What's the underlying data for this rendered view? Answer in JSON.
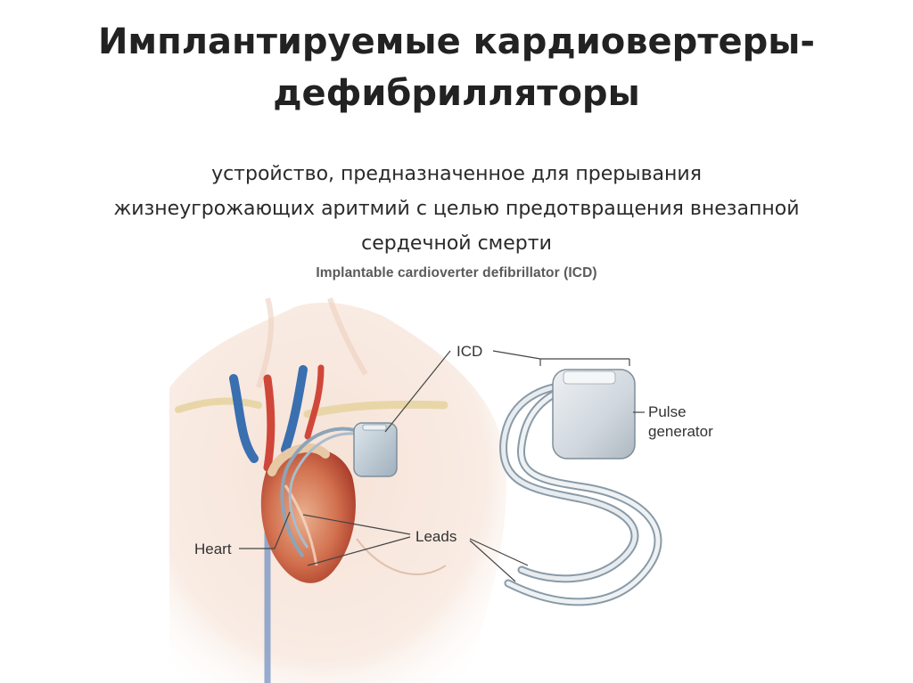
{
  "slide": {
    "title_line1": "Имплантируемые кардиовертеры-",
    "title_line2": "дефибрилляторы",
    "definition_line1": "устройство, предназначенное для прерывания",
    "definition_line2": "жизнеугрожающих аритмий с целью предотвращения внезапной",
    "definition_line3": "сердечной смерти"
  },
  "figure": {
    "caption": "Implantable cardioverter defibrillator (ICD)",
    "labels": {
      "icd": "ICD",
      "pulse_generator_line1": "Pulse",
      "pulse_generator_line2": "generator",
      "heart": "Heart",
      "leads": "Leads"
    }
  }
}
